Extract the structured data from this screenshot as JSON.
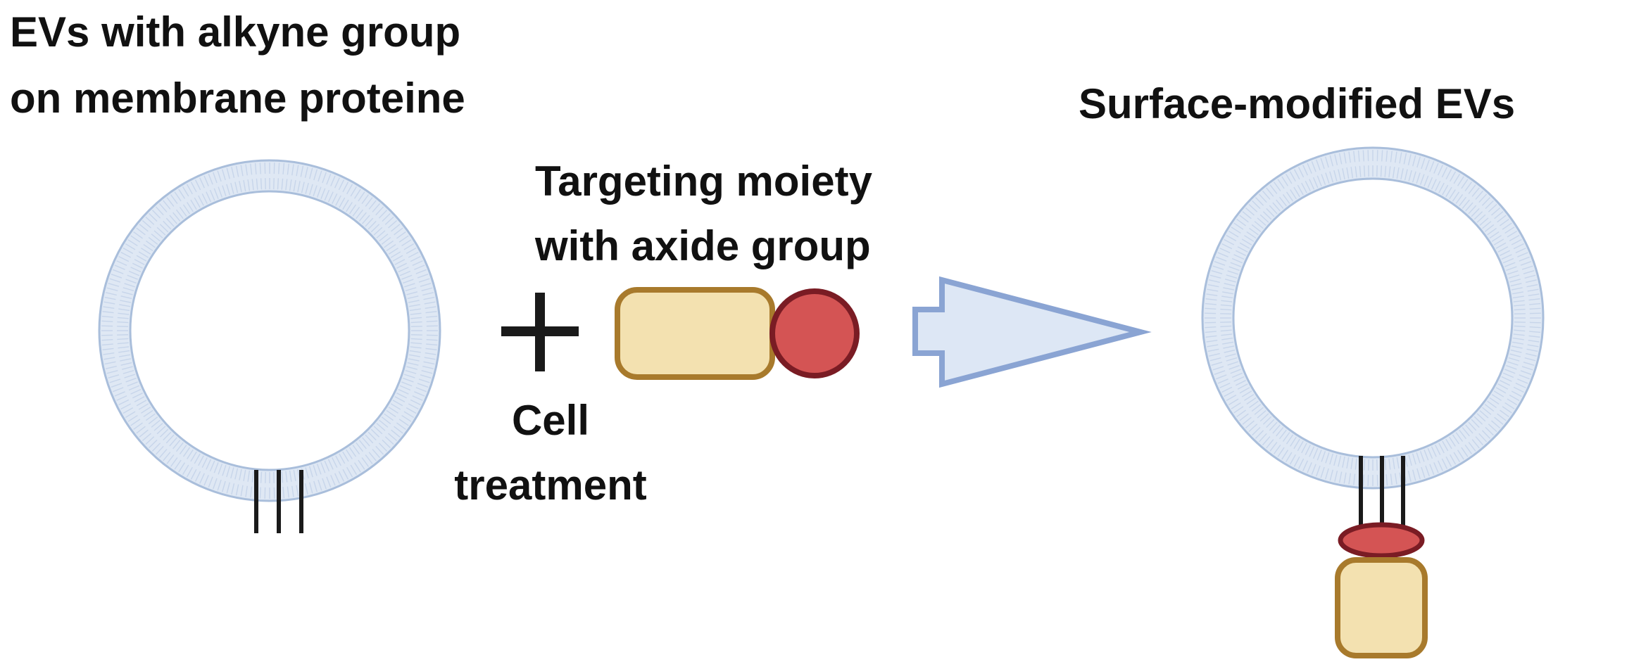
{
  "labels": {
    "left_title_line1": "EVs with alkyne group",
    "left_title_line2": "on membrane proteine",
    "moiety_line1": "Targeting moiety",
    "moiety_line2": "with axide group",
    "cell_line1": "Cell",
    "cell_line2": "treatment",
    "right_title": "Surface-modified EVs"
  },
  "colors": {
    "membrane_fill": "#dfe8f4",
    "membrane_edge": "#a9bedb",
    "membrane_stripe": "#c7d5ea",
    "moiety_fill": "#f3e1b0",
    "moiety_stroke": "#a87a2c",
    "azide_fill": "#d45454",
    "azide_stroke": "#7a1c24",
    "arrow_fill": "#dde7f5",
    "arrow_stroke": "#8aa4d3",
    "plus": "#1a1a1a",
    "linker": "#1a1a1a"
  },
  "icons": {
    "left_vesicle": "vesicle-membrane-icon",
    "right_vesicle": "vesicle-membrane-icon",
    "plus": "plus-icon",
    "arrow": "block-arrow-right-icon",
    "moiety": "targeting-moiety-icon"
  }
}
